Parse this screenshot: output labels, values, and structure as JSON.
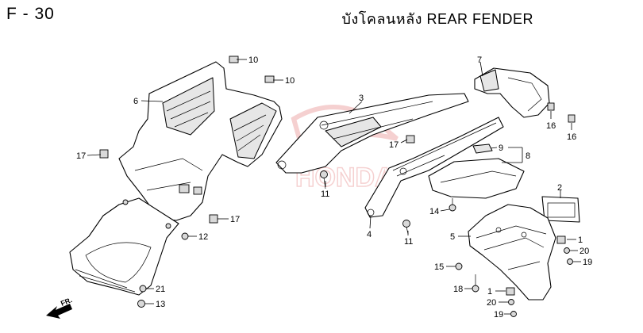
{
  "header": {
    "code": "F - 30",
    "title": "บังโคลนหลัง  REAR FENDER"
  },
  "watermark": {
    "text": "HONDA"
  },
  "fr_arrow": {
    "text": "FR."
  },
  "callouts": {
    "c10a": "10",
    "c10b": "10",
    "c6": "6",
    "c17a": "17",
    "c17b": "17",
    "c12": "12",
    "c21": "21",
    "c13": "13",
    "c3": "3",
    "c17c": "17",
    "c11a": "11",
    "c4": "4",
    "c11b": "11",
    "c7": "7",
    "c16a": "16",
    "c16b": "16",
    "c9": "9",
    "c8": "8",
    "c2": "2",
    "c14": "14",
    "c5": "5",
    "c1a": "1",
    "c20a": "20",
    "c19a": "19",
    "c15": "15",
    "c18": "18",
    "c1b": "1",
    "c20b": "20",
    "c19b": "19"
  }
}
